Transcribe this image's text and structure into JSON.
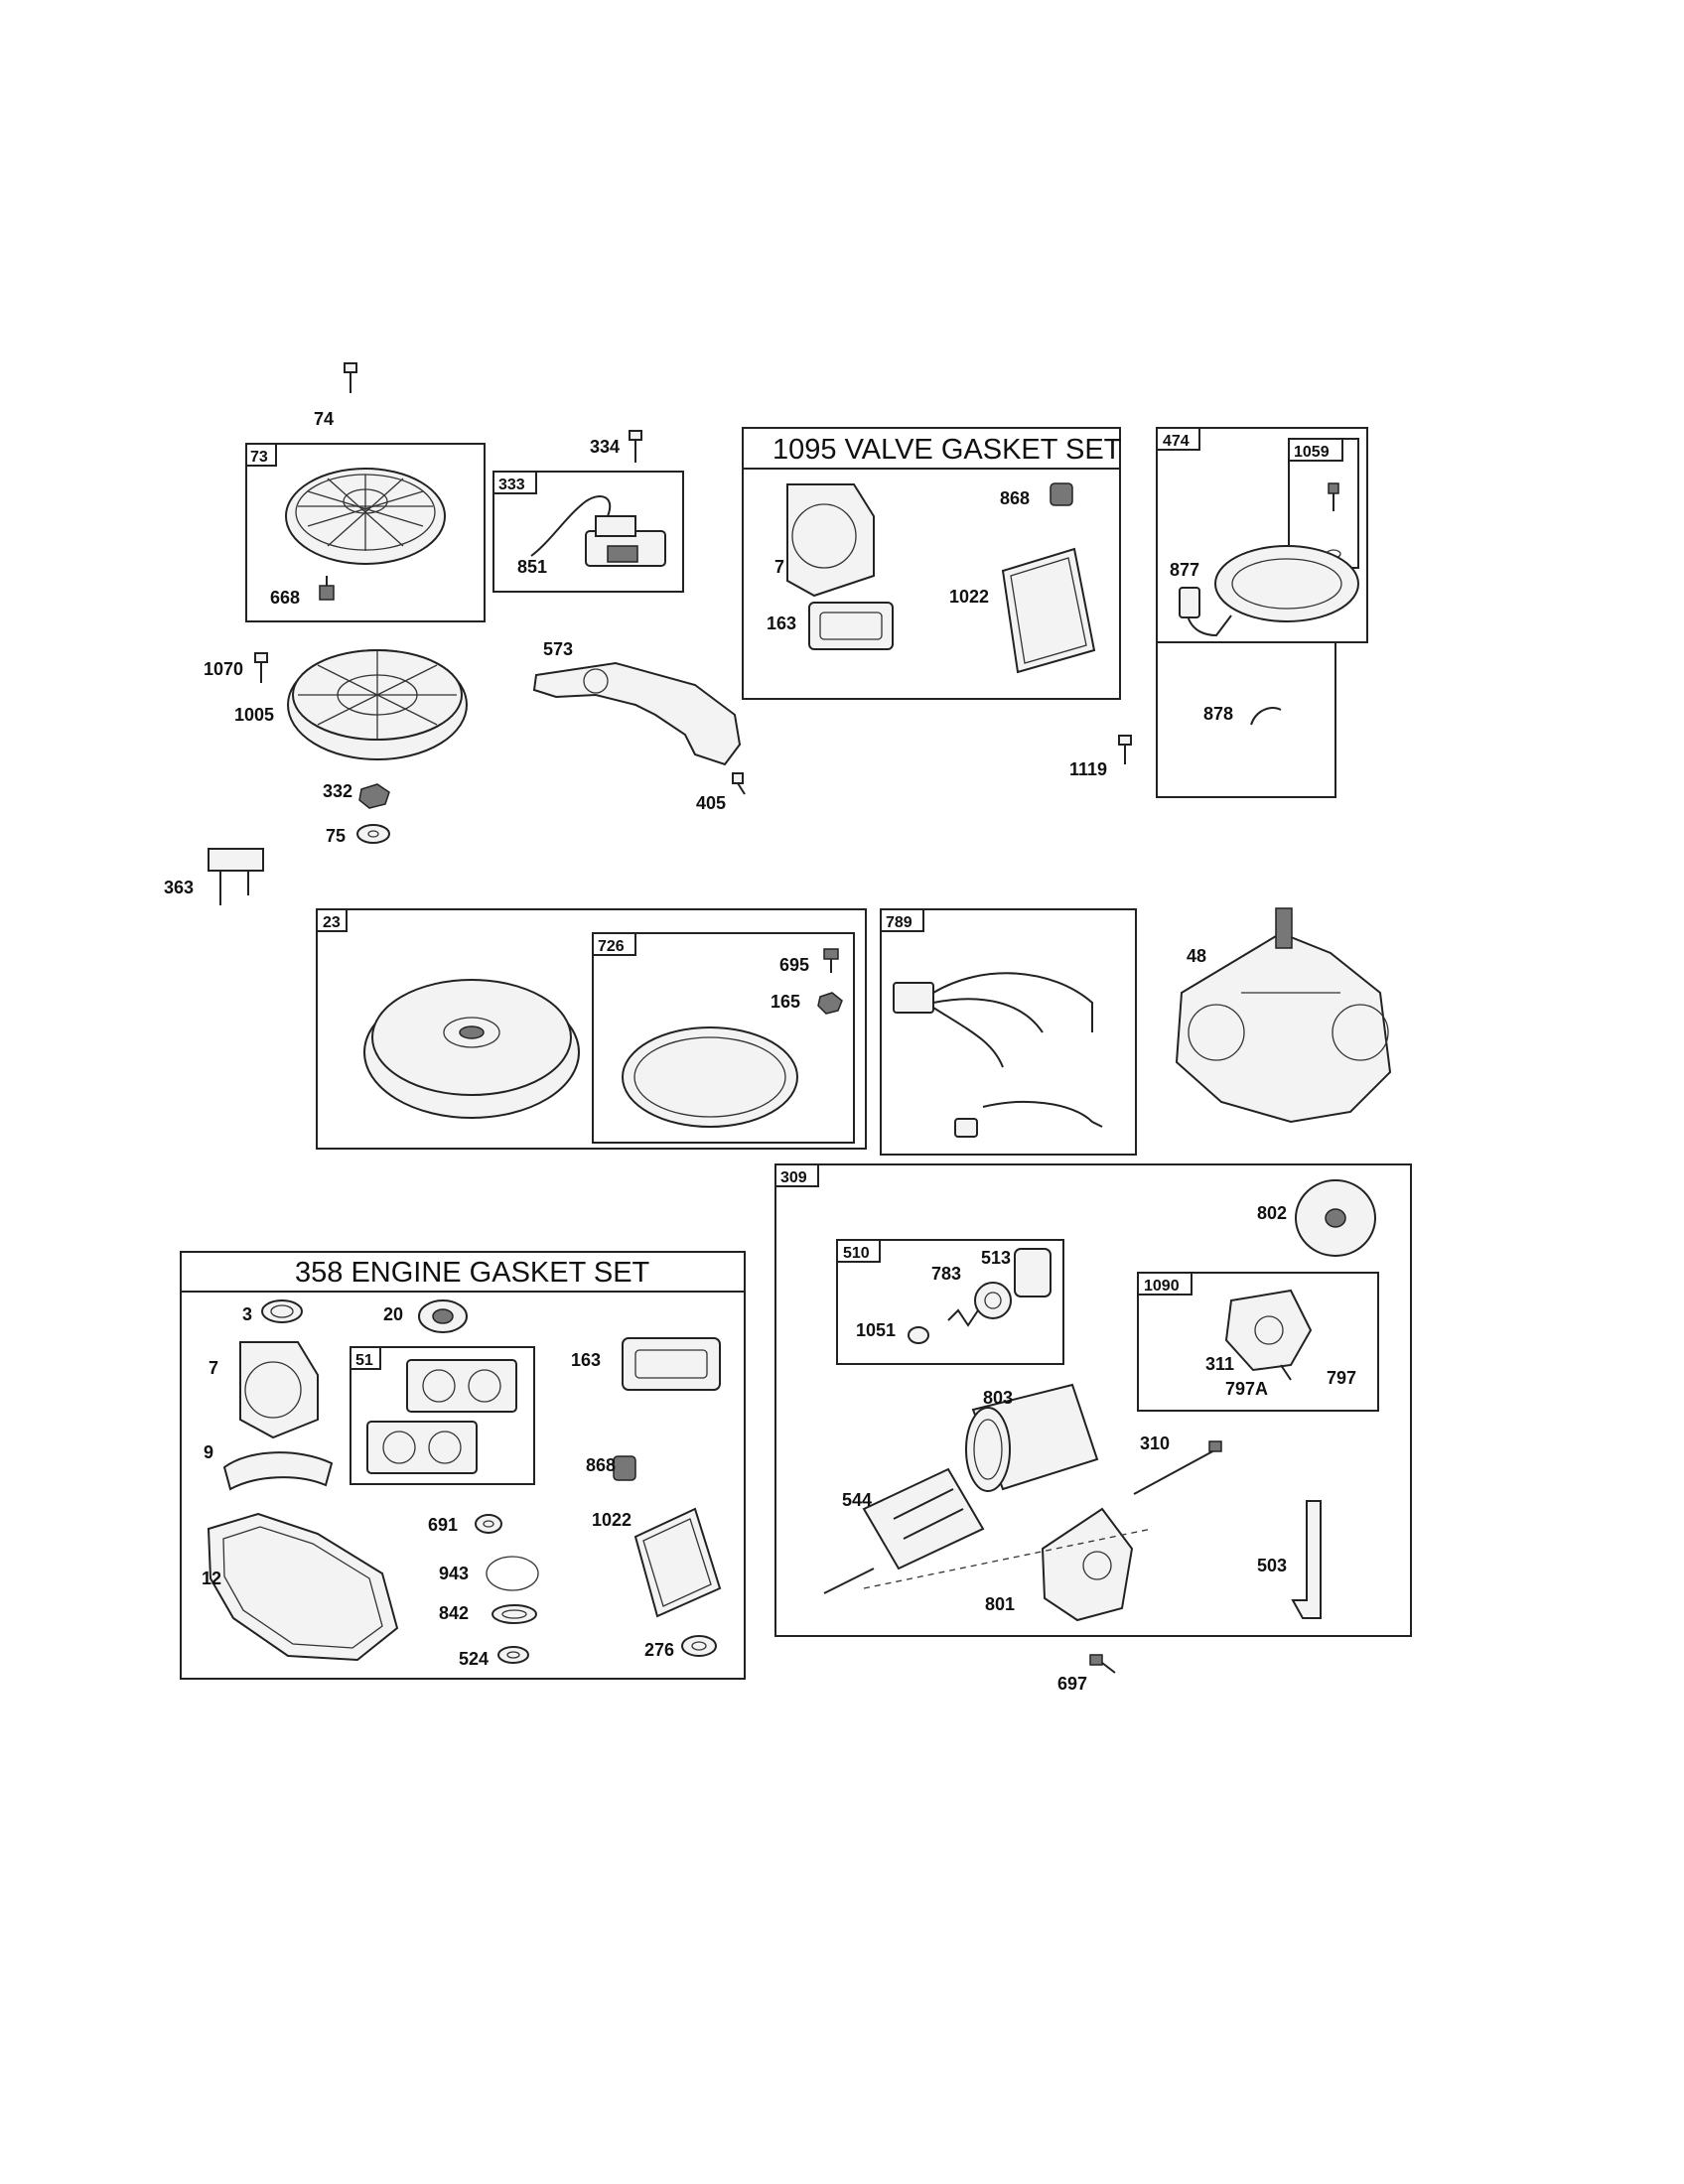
{
  "diagram": {
    "kits": {
      "valve_gasket_set": "1095 VALVE GASKET SET",
      "engine_gasket_set": "358 ENGINE GASKET SET"
    },
    "box_labels": {
      "b73": "73",
      "b333": "333",
      "b474": "474",
      "b1059": "1059",
      "b23": "23",
      "b726": "726",
      "b789": "789",
      "b309": "309",
      "b510": "510",
      "b1090": "1090",
      "b51": "51"
    },
    "part_labels": {
      "p74": "74",
      "p334": "334",
      "p851": "851",
      "p668": "668",
      "p7a": "7",
      "p868a": "868",
      "p1022a": "1022",
      "p163a": "163",
      "p877": "877",
      "p878": "878",
      "p1119": "1119",
      "p1070": "1070",
      "p1005": "1005",
      "p573": "573",
      "p405": "405",
      "p332": "332",
      "p75": "75",
      "p363": "363",
      "p695": "695",
      "p165": "165",
      "p48": "48",
      "p802": "802",
      "p783": "783",
      "p513": "513",
      "p1051": "1051",
      "p311": "311",
      "p797": "797",
      "p797a": "797A",
      "p803": "803",
      "p310": "310",
      "p544": "544",
      "p801": "801",
      "p503": "503",
      "p697": "697",
      "p3": "3",
      "p20": "20",
      "p7b": "7",
      "p9": "9",
      "p12": "12",
      "p163b": "163",
      "p868b": "868",
      "p691": "691",
      "p943": "943",
      "p842": "842",
      "p524": "524",
      "p1022b": "1022",
      "p276": "276"
    }
  }
}
